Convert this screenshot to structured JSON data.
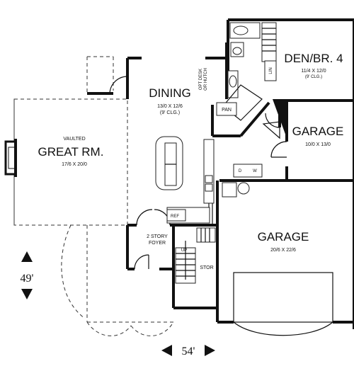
{
  "rooms": {
    "great_room": {
      "note": "VAULTED",
      "name": "GREAT RM.",
      "size": "17/6 X 20/0"
    },
    "dining": {
      "name": "DINING",
      "size": "13/0 X 12/6",
      "ceiling": "(9' CLG.)"
    },
    "den": {
      "name": "DEN/BR. 4",
      "size": "11/4 X 12/0",
      "ceiling": "(9' CLG.)"
    },
    "garage_small": {
      "name": "GARAGE",
      "size": "10/0 X 13/0"
    },
    "garage_main": {
      "name": "GARAGE",
      "size": "20/6 X 22/6"
    },
    "foyer": {
      "line1": "2 STORY",
      "line2": "FOYER"
    }
  },
  "labels": {
    "opt_desk_1": "OPT DESK",
    "opt_desk_2": "OR HUTCH",
    "pan": "PAN",
    "lin": "LIN",
    "ref": "REF",
    "d": "D",
    "w": "W",
    "up": "UP",
    "stor": "STOR"
  },
  "dimensions": {
    "depth": "49'",
    "width": "54'"
  }
}
